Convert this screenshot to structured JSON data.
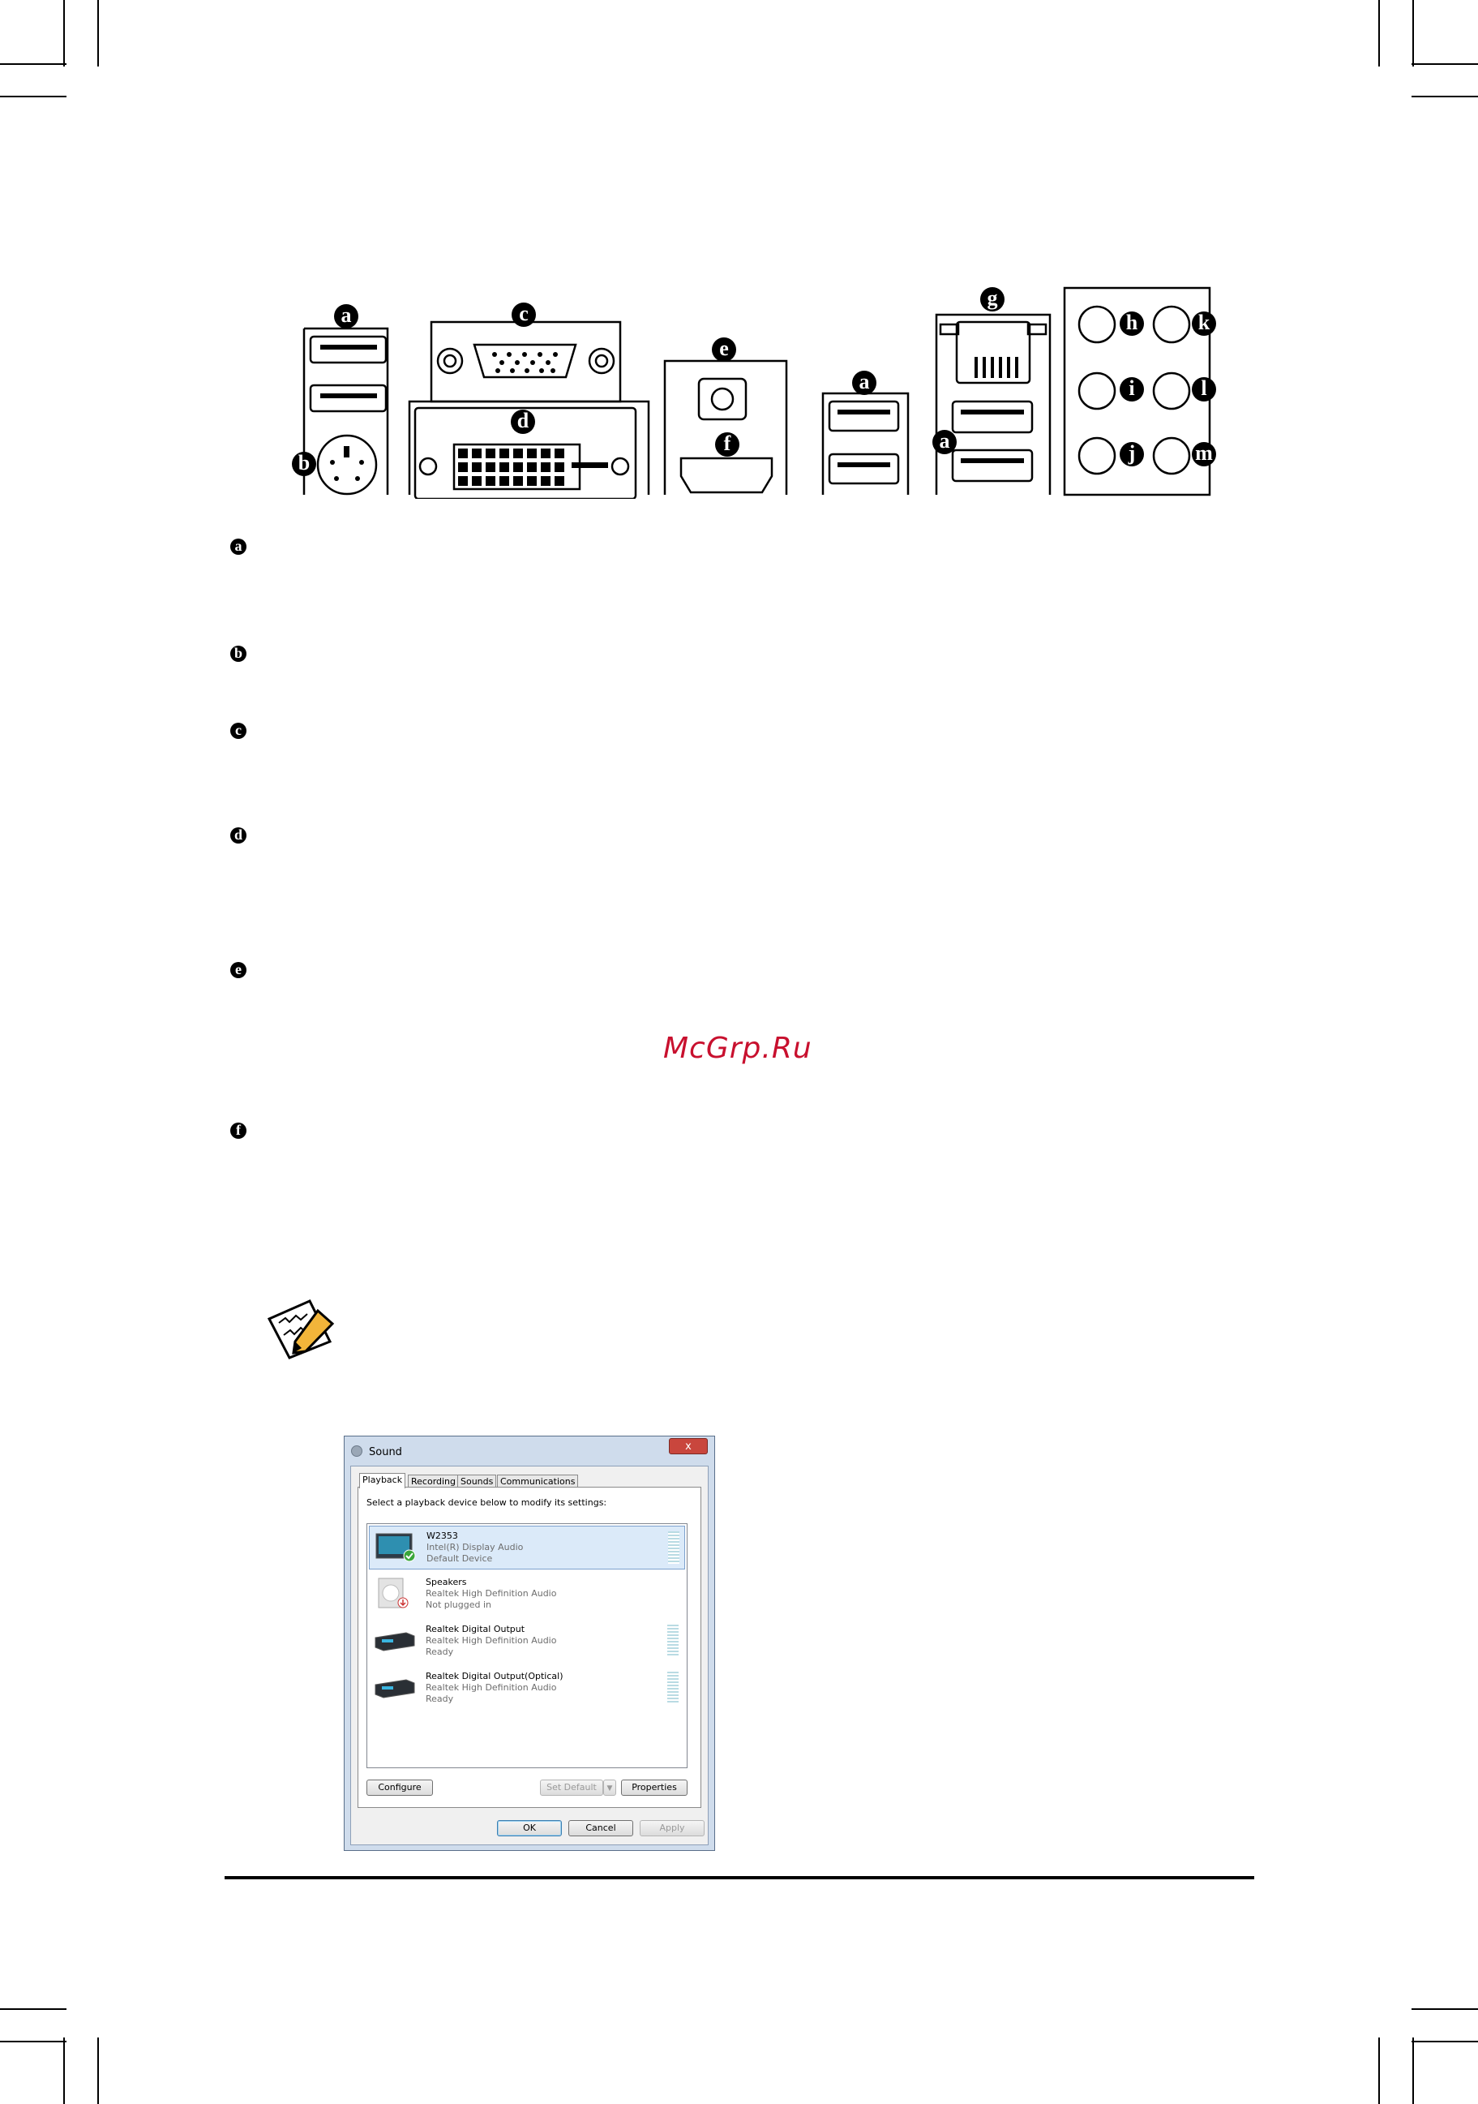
{
  "connector_labels": {
    "a": "a",
    "b": "b",
    "c": "c",
    "d": "d",
    "e": "e",
    "f": "f",
    "g": "g",
    "h": "h",
    "i": "i",
    "j": "j",
    "k": "k",
    "l": "l",
    "m": "m"
  },
  "descriptions": [
    "a",
    "b",
    "c",
    "d",
    "e",
    "f"
  ],
  "watermark": "McGrp.Ru",
  "sound_dialog": {
    "title": "Sound",
    "close": "x",
    "tabs": [
      "Playback",
      "Recording",
      "Sounds",
      "Communications"
    ],
    "instruction": "Select a playback device below to modify its settings:",
    "devices": [
      {
        "name": "W2353",
        "driver": "Intel(R) Display Audio",
        "status": "Default Device",
        "icon": "monitor-icon",
        "selected": true
      },
      {
        "name": "Speakers",
        "driver": "Realtek High Definition Audio",
        "status": "Not plugged in",
        "icon": "speaker-icon",
        "selected": false
      },
      {
        "name": "Realtek Digital Output",
        "driver": "Realtek High Definition Audio",
        "status": "Ready",
        "icon": "receiver-icon",
        "selected": false
      },
      {
        "name": "Realtek Digital Output(Optical)",
        "driver": "Realtek High Definition Audio",
        "status": "Ready",
        "icon": "receiver-icon",
        "selected": false
      }
    ],
    "buttons": {
      "configure": "Configure",
      "set_default": "Set Default",
      "properties": "Properties",
      "ok": "OK",
      "cancel": "Cancel",
      "apply": "Apply"
    }
  }
}
